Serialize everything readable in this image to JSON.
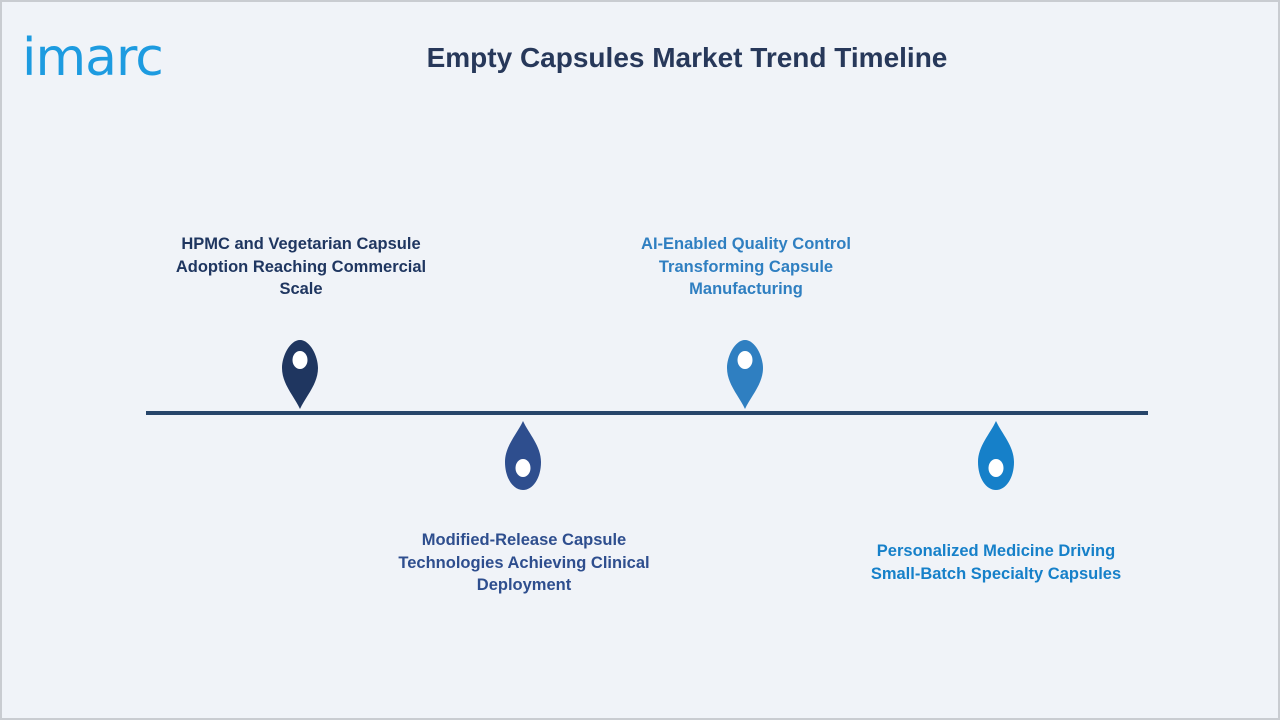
{
  "logo": {
    "text": "imarc"
  },
  "title": "Empty Capsules Market Trend Timeline",
  "colors": {
    "background": "#f0f3f8",
    "line": "#27456a",
    "title": "#27385a",
    "logo": "#1d9be0"
  },
  "milestones": [
    {
      "label": "HPMC and Vegetarian Capsule Adoption Reaching Commercial Scale",
      "color": "#1f3660",
      "position": "above"
    },
    {
      "label": "Modified-Release Capsule Technologies Achieving Clinical Deployment",
      "color": "#2e4e8e",
      "position": "below"
    },
    {
      "label": "AI-Enabled Quality Control Transforming Capsule Manufacturing",
      "color": "#2f7fc1",
      "position": "above"
    },
    {
      "label": "Personalized Medicine Driving Small-Batch Specialty Capsules",
      "color": "#1680c9",
      "position": "below"
    }
  ]
}
